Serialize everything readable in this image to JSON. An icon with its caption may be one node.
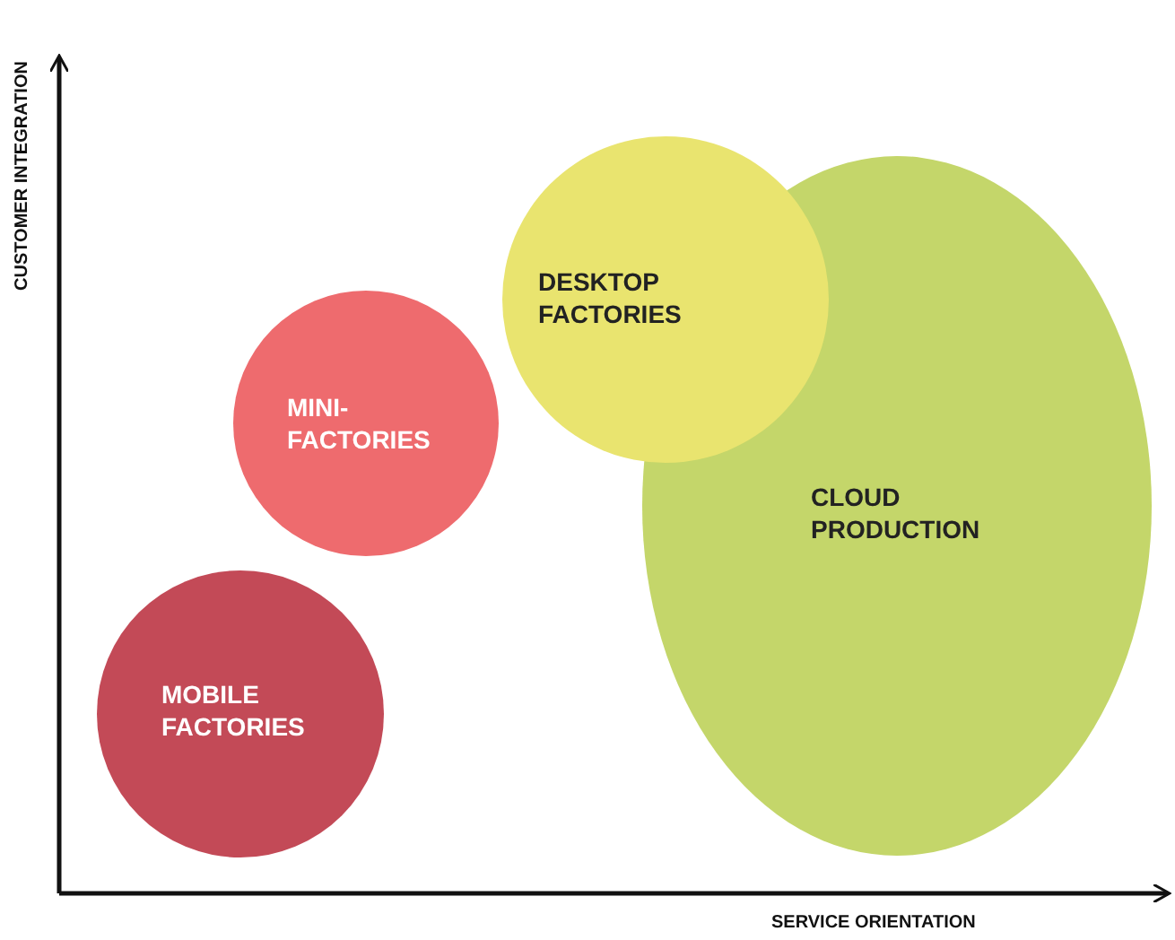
{
  "diagram": {
    "nodes": [
      {
        "text": [
          "MOBILE FACTORIES"
        ]
      },
      {
        "text": [
          "MINI- FACTORIES"
        ]
      },
      {
        "text": [
          "CLOUD PRODUCTION"
        ]
      },
      {
        "text": [
          "DESKTOP FACTORIES"
        ]
      }
    ],
    "labels": [
      "CUSTOMER INTEGRATION",
      "SERVICE ORIENTATION"
    ]
  }
}
